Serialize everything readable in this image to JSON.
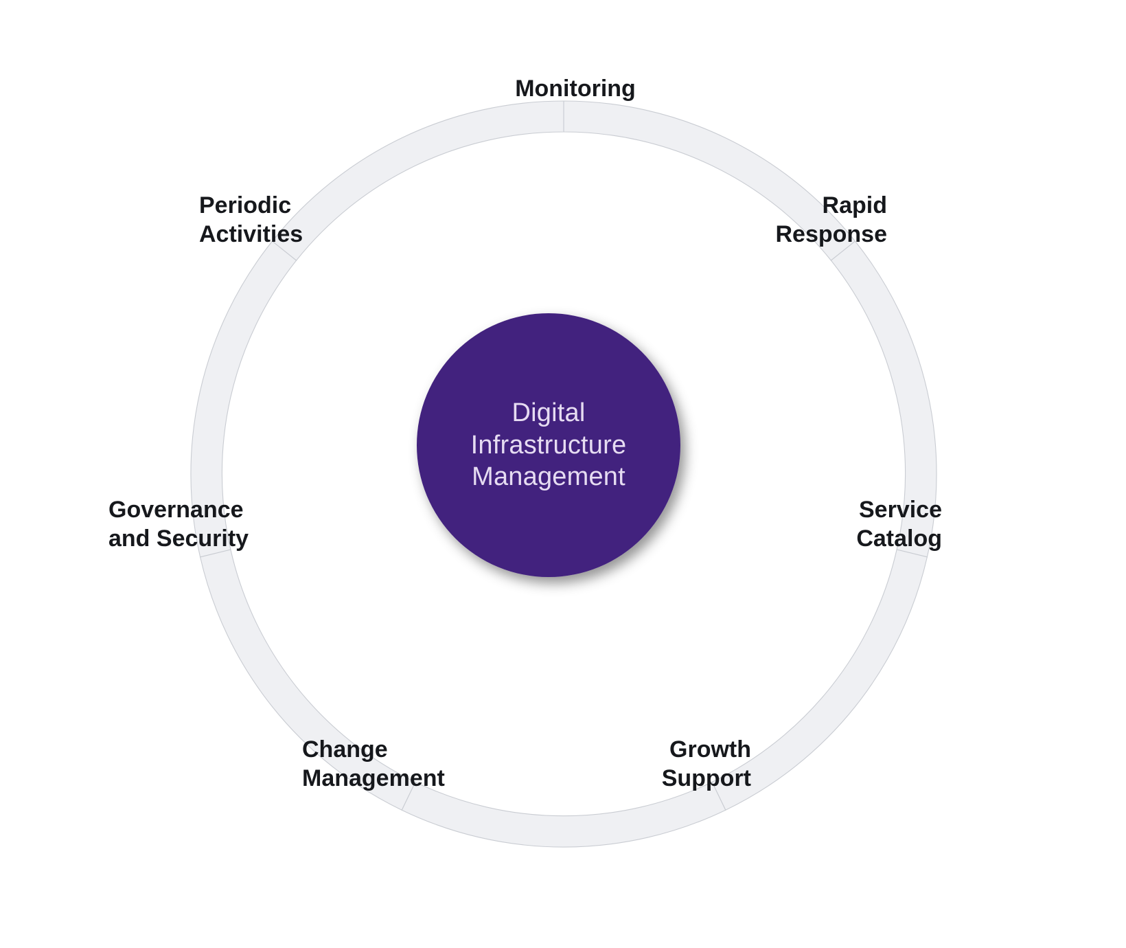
{
  "diagram": {
    "type": "radial-cycle",
    "center": {
      "title_lines": [
        "Digital",
        "Infrastructure",
        "Management"
      ],
      "fill_color": "#42207E",
      "text_color": "#E6DCF2"
    },
    "ring": {
      "fill_color": "#EFF0F3",
      "border_color": "#C9CCD2",
      "segment_count": 7
    },
    "segments": [
      {
        "id": "monitoring",
        "lines": [
          "Monitoring"
        ]
      },
      {
        "id": "rapid-response",
        "lines": [
          "Rapid",
          "Response"
        ]
      },
      {
        "id": "service-catalog",
        "lines": [
          "Service",
          "Catalog"
        ]
      },
      {
        "id": "growth-support",
        "lines": [
          "Growth",
          "Support"
        ]
      },
      {
        "id": "change-management",
        "lines": [
          "Change",
          "Management"
        ]
      },
      {
        "id": "governance-and-security",
        "lines": [
          "Governance",
          "and Security"
        ]
      },
      {
        "id": "periodic-activities",
        "lines": [
          "Periodic",
          "Activities"
        ]
      }
    ]
  }
}
